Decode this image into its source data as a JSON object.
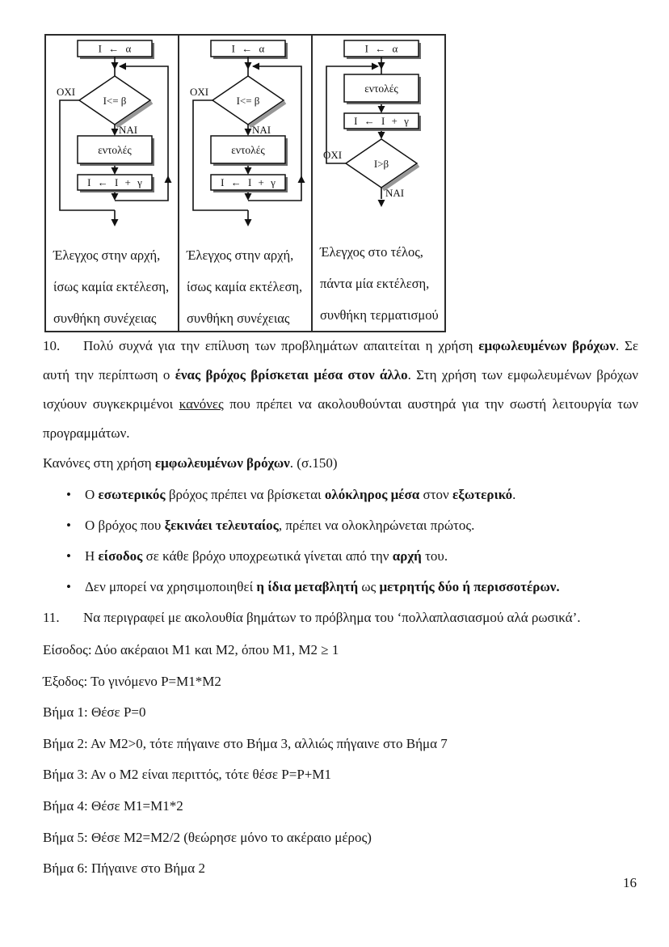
{
  "table": {
    "columns": [
      {
        "chart": {
          "type": "test-first-loop",
          "init_label": "I ← α",
          "condition_label": "I<= β",
          "no_label": "ΟΧΙ",
          "yes_label": "ΝΑΙ",
          "body_label": "εντολές",
          "step_label": "I ← I + γ"
        },
        "caption_lines": [
          "Έλεγχος στην αρχή,",
          "ίσως καμία εκτέλεση,",
          "συνθήκη συνέχειας"
        ]
      },
      {
        "chart": {
          "type": "test-first-loop",
          "init_label": "I ← α",
          "condition_label": "I<= β",
          "no_label": "ΟΧΙ",
          "yes_label": "ΝΑΙ",
          "body_label": "εντολές",
          "step_label": "I ← I + γ"
        },
        "caption_lines": [
          "Έλεγχος στην αρχή,",
          "ίσως καμία εκτέλεση,",
          "συνθήκη συνέχειας"
        ]
      },
      {
        "chart": {
          "type": "test-last-loop",
          "init_label": "I ← α",
          "condition_label": "I>β",
          "no_label": "ΟΧΙ",
          "yes_label": "ΝΑΙ",
          "body_label": "εντολές",
          "step_label": "I ← I + γ"
        },
        "caption_lines": [
          "Έλεγχος στο τέλος,",
          "πάντα μία εκτέλεση,",
          "συνθήκη τερματισμού"
        ]
      }
    ]
  },
  "item10": {
    "number": "10.",
    "segments": [
      {
        "t": "Πολύ συχνά για την επίλυση των προβλημάτων απαιτείται η χρήση "
      },
      {
        "t": "εμφωλευμένων βρόχων",
        "b": true
      },
      {
        "t": ". Σε αυτή την περίπτωση ο "
      },
      {
        "t": "ένας βρόχος βρίσκεται μέσα στον άλλο",
        "b": true
      },
      {
        "t": ".  Στη χρήση των εμφωλευμένων βρόχων ισχύουν συγκεκριμένοι "
      },
      {
        "t": "κανόνες",
        "u": true
      },
      {
        "t": " που πρέπει να ακολουθούνται αυστηρά για την σωστή λειτουργία των προγραμμάτων."
      }
    ]
  },
  "rules_intro": {
    "segments": [
      {
        "t": "Κανόνες στη χρήση "
      },
      {
        "t": "εμφωλευμένων βρόχων",
        "b": true
      },
      {
        "t": ". (σ.150)"
      }
    ]
  },
  "rules": [
    {
      "segments": [
        {
          "t": "Ο "
        },
        {
          "t": "εσωτερικός",
          "b": true
        },
        {
          "t": " βρόχος πρέπει να βρίσκεται "
        },
        {
          "t": "ολόκληρος μέσα",
          "b": true
        },
        {
          "t": " στον "
        },
        {
          "t": "εξωτερικό",
          "b": true
        },
        {
          "t": "."
        }
      ]
    },
    {
      "segments": [
        {
          "t": "Ο βρόχος που "
        },
        {
          "t": "ξεκινάει τελευταίος",
          "b": true
        },
        {
          "t": ", πρέπει να ολοκληρώνεται πρώτος."
        }
      ]
    },
    {
      "segments": [
        {
          "t": "Η "
        },
        {
          "t": "είσοδος",
          "b": true
        },
        {
          "t": " σε κάθε βρόχο υποχρεωτικά γίνεται από την "
        },
        {
          "t": "αρχή",
          "b": true
        },
        {
          "t": " του."
        }
      ]
    },
    {
      "segments": [
        {
          "t": "Δεν μπορεί να χρησιμοποιηθεί "
        },
        {
          "t": "η ίδια μεταβλητή",
          "b": true
        },
        {
          "t": " ως "
        },
        {
          "t": "μετρητής δύο ή περισσοτέρων.",
          "b": true
        }
      ]
    }
  ],
  "item11": {
    "number": "11.",
    "text": "Να περιγραφεί με ακολουθία βημάτων το πρόβλημα του ‘πολλαπλασιασμού αλά ρωσικά’."
  },
  "algorithm": {
    "lines": [
      "Είσοδος: Δύο ακέραιοι Μ1 και Μ2, όπου Μ1, Μ2 ≥ 1",
      "Έξοδος: Το γινόμενο P=M1*M2",
      "Βήμα 1: Θέσε P=0",
      "Βήμα 2: Αν Μ2>0, τότε πήγαινε στο Βήμα 3, αλλιώς πήγαινε στο Βήμα 7",
      "Βήμα 3: Αν ο Μ2 είναι περιττός, τότε θέσε P=P+M1",
      "Βήμα 4: Θέσε M1=M1*2",
      "Βήμα 5: Θέσε M2=M2/2 (θεώρησε μόνο το ακέραιο μέρος)",
      "Βήμα 6: Πήγαινε στο Βήμα 2"
    ]
  },
  "page": {
    "number": "16"
  }
}
